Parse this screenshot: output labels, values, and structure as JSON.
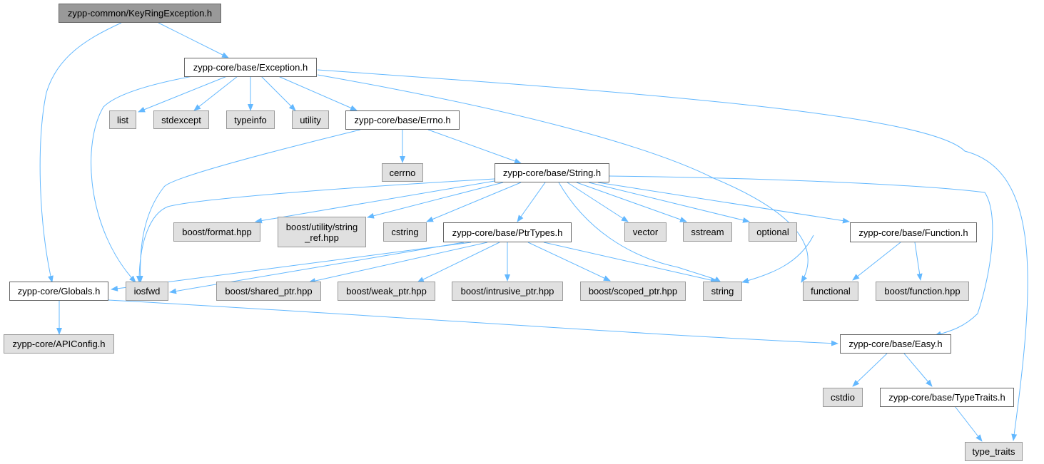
{
  "colors": {
    "edge": "#63b8ff",
    "root_fill": "#999999",
    "user_fill": "#ffffff",
    "system_fill": "#e0e0e0"
  },
  "nodes": {
    "root": "zypp-common/KeyRingException.h",
    "exception": "zypp-core/base/Exception.h",
    "list": "list",
    "stdexcept": "stdexcept",
    "typeinfo": "typeinfo",
    "utility": "utility",
    "errno": "zypp-core/base/Errno.h",
    "cerrno": "cerrno",
    "string_h": "zypp-core/base/String.h",
    "boost_format": "boost/format.hpp",
    "boost_string_ref": "boost/utility/string\n_ref.hpp",
    "cstring": "cstring",
    "ptrtypes": "zypp-core/base/PtrTypes.h",
    "vector": "vector",
    "sstream": "sstream",
    "optional": "optional",
    "function_h": "zypp-core/base/Function.h",
    "globals": "zypp-core/Globals.h",
    "iosfwd": "iosfwd",
    "boost_shared_ptr": "boost/shared_ptr.hpp",
    "boost_weak_ptr": "boost/weak_ptr.hpp",
    "boost_intrusive_ptr": "boost/intrusive_ptr.hpp",
    "boost_scoped_ptr": "boost/scoped_ptr.hpp",
    "string": "string",
    "functional": "functional",
    "boost_function": "boost/function.hpp",
    "apiconfig": "zypp-core/APIConfig.h",
    "easy": "zypp-core/base/Easy.h",
    "cstdio": "cstdio",
    "typetraits_h": "zypp-core/base/TypeTraits.h",
    "type_traits": "type_traits"
  }
}
